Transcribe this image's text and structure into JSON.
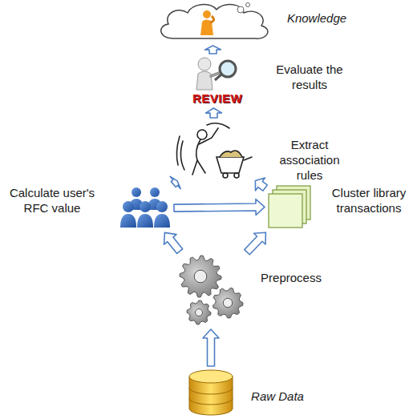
{
  "diagram": {
    "nodes": [
      {
        "text": [
          "Knowledge"
        ]
      },
      {
        "text": [
          "Evaluate the results"
        ]
      },
      {
        "text": [
          "Extract association rules"
        ]
      },
      {
        "text": [
          "Calculate user's RFC value"
        ]
      },
      {
        "text": [
          "Cluster library transactions"
        ]
      },
      {
        "text": [
          "Preprocess"
        ]
      },
      {
        "text": [
          "Raw Data"
        ]
      }
    ],
    "edges": [
      {
        "from": 6,
        "to": 5,
        "arrow": "to"
      },
      {
        "from": 5,
        "to": 3,
        "arrow": "to"
      },
      {
        "from": 5,
        "to": 4,
        "arrow": "to"
      },
      {
        "from": 3,
        "to": 4,
        "arrow": "to"
      },
      {
        "from": 3,
        "to": 2,
        "arrow": "to"
      },
      {
        "from": 4,
        "to": 2,
        "arrow": "to"
      },
      {
        "from": 2,
        "to": 1,
        "arrow": "to"
      },
      {
        "from": 1,
        "to": 0,
        "arrow": "to"
      }
    ],
    "labels": [
      "REVIEW"
    ]
  }
}
